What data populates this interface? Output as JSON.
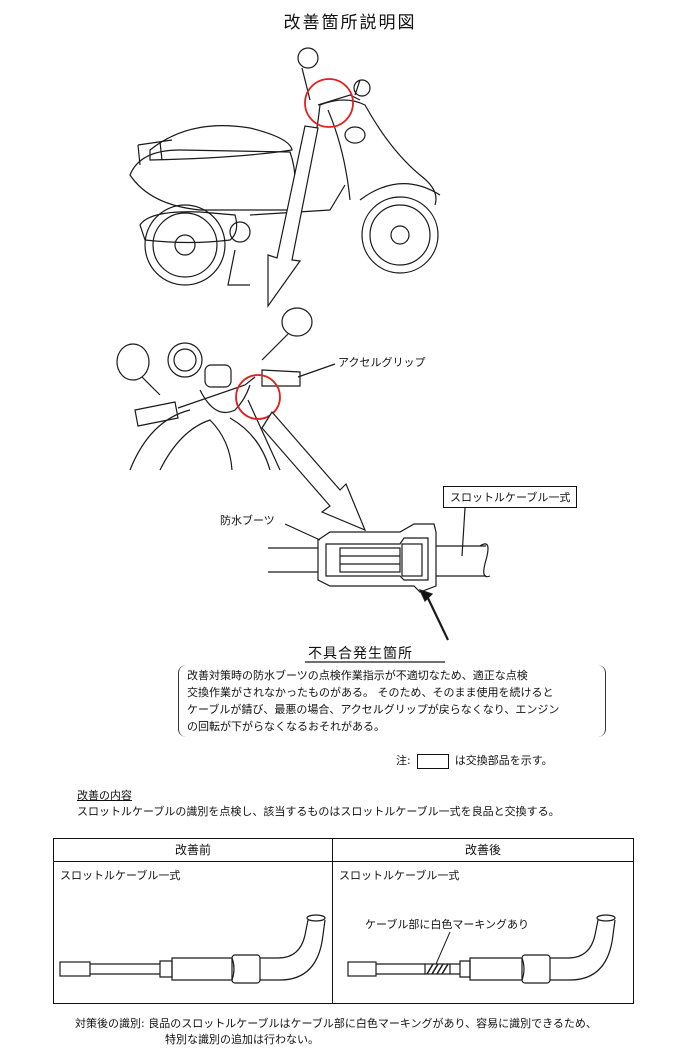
{
  "title": "改善箇所説明図",
  "labels": {
    "accel_grip": "アクセルグリップ",
    "throttle_cable_assy": "スロットルケーブル一式",
    "waterproof_boot": "防水ブーツ",
    "defect_location": "不具合発生箇所"
  },
  "description": [
    "改善対策時の防水ブーツの点検作業指示が不適切なため、適正な点検",
    "交換作業がされなかったものがある。 そのため、そのまま使用を続けると",
    "ケーブルが錆び、最悪の場合、アクセルグリップが戻らなくなり、エンジン",
    "の回転が下がらなくなるおそれがある。"
  ],
  "note": {
    "prefix": "注:",
    "suffix": "は交換部品を示す。"
  },
  "improvement": {
    "heading": "改善の内容",
    "body": "スロットルケーブルの識別を点検し、該当するものはスロットルケーブル一式を良品と交換する。"
  },
  "table": {
    "before_header": "改善前",
    "after_header": "改善後",
    "before_label": "スロットルケーブル一式",
    "after_label": "スロットルケーブル一式",
    "marking_label": "ケーブル部に白色マーキングあり"
  },
  "footer": {
    "line1": "対策後の識別: 良品のスロットルケーブルはケーブル部に白色マーキングがあり、容易に識別できるため、",
    "line2": "特別な識別の追加は行わない。"
  },
  "colors": {
    "highlight_circle": "#e0201f",
    "line": "#1a1a1a"
  }
}
